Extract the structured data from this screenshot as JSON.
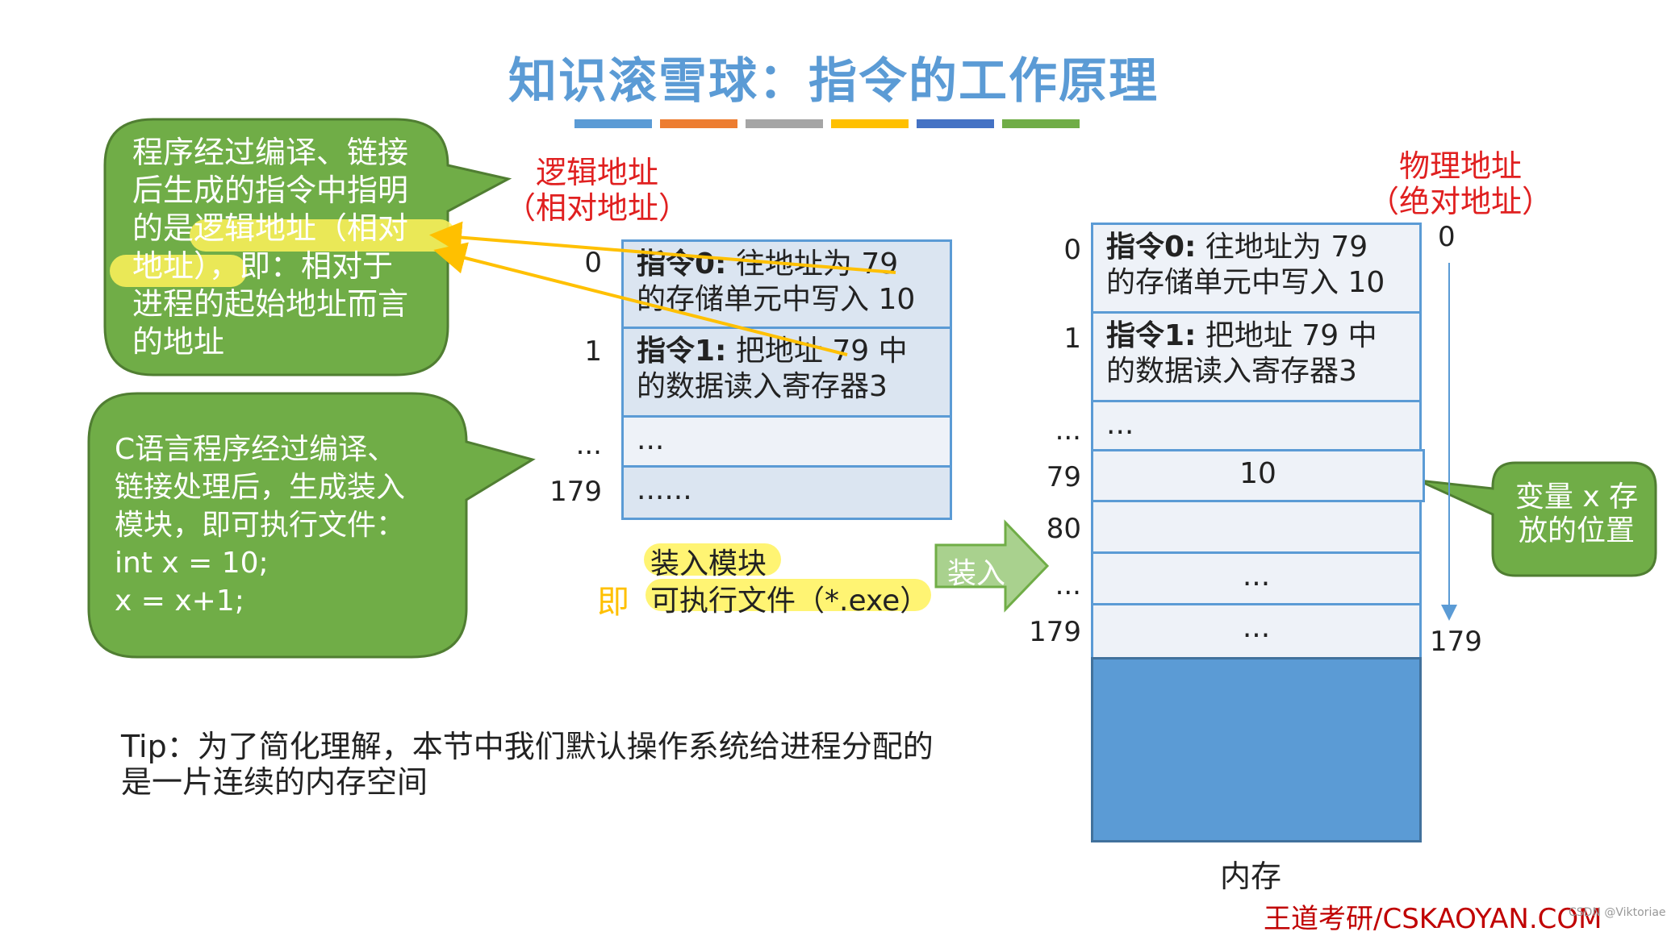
{
  "title": "知识滚雪球：指令的工作原理",
  "color_bars": [
    "#5b9bd5",
    "#ed7d31",
    "#a5a5a5",
    "#ffc000",
    "#4472c4",
    "#70ad47"
  ],
  "bubble_top": {
    "lines": [
      "程序经过编译、链接",
      "后生成的指令中指明",
      "的是逻辑地址（相对",
      "地址），即：相对于",
      "进程的起始地址而言",
      "的地址"
    ]
  },
  "bubble_bottom": {
    "lines": [
      "C语言程序经过编译、",
      "链接处理后，生成装入",
      "模块，即可执行文件：",
      "int x = 10;",
      "x = x+1;"
    ]
  },
  "logical_label": [
    "逻辑地址",
    "（相对地址）"
  ],
  "physical_label": [
    "物理地址",
    "（绝对地址）"
  ],
  "module": {
    "indices": [
      "0",
      "1",
      "...",
      "179"
    ],
    "cells": [
      {
        "head": "指令0:",
        "text": "往地址为 79",
        "text2": "的存储单元中写入 10"
      },
      {
        "head": "指令1:",
        "text": "把地址 79 中",
        "text2": "的数据读入寄存器3"
      },
      {
        "text": "..."
      },
      {
        "text": "......"
      }
    ],
    "caption1": "装入模块",
    "caption_prefix": "即",
    "caption2": "可执行文件（*.exe）"
  },
  "load_arrow_label": "装入",
  "memory": {
    "indices": [
      "0",
      "1",
      "...",
      "79",
      "80",
      "...",
      "179"
    ],
    "cells": [
      {
        "head": "指令0:",
        "text": "往地址为 79",
        "text2": "的存储单元中写入 10"
      },
      {
        "head": "指令1:",
        "text": "把地址 79 中",
        "text2": "的数据读入寄存器3"
      },
      {
        "text": "..."
      },
      {
        "text": "10"
      },
      {
        "text": ""
      },
      {
        "text": "..."
      },
      {
        "text": "..."
      }
    ],
    "scale_top": "0",
    "scale_bottom": "179",
    "label": "内存"
  },
  "var_bubble": [
    "变量 x 存",
    "放的位置"
  ],
  "tip": [
    "Tip：为了简化理解，本节中我们默认操作系统给进程分配的",
    "是一片连续的内存空间"
  ],
  "footer": "王道考研/CSKAOYAN.COM",
  "watermark": "CSDN @Viktoriae"
}
